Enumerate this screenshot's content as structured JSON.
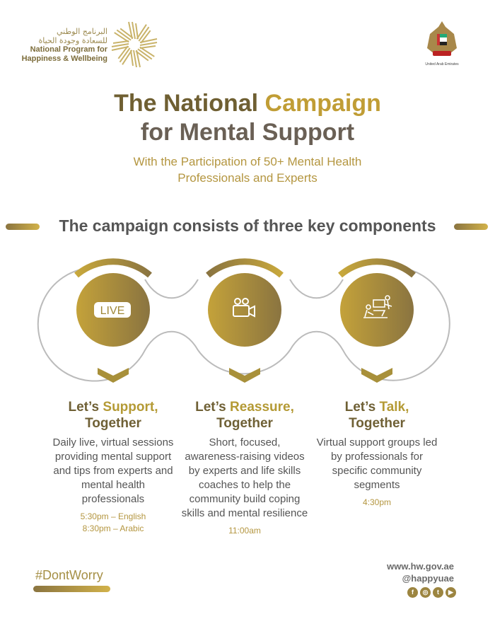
{
  "header": {
    "logo_arabic_line1": "البرنامج الوطني",
    "logo_arabic_line2": "للسعادة وجودة الحياة",
    "logo_english_line1": "National Program for",
    "logo_english_line2": "Happiness & Wellbeing",
    "emblem_caption": "United Arab Emirates"
  },
  "title": {
    "line1_part1": "The National ",
    "line1_part2": "Campaign",
    "line2": "for Mental Support"
  },
  "subtitle": {
    "line1": "With the Participation of 50+ Mental Health",
    "line2": "Professionals and Experts"
  },
  "banner": "The campaign consists of three key components",
  "components": [
    {
      "icon": "live-icon",
      "icon_text": "LIVE",
      "heading1a": "Let’s ",
      "heading1b": "Support,",
      "heading2": "Together",
      "body": "Daily live, virtual sessions providing mental support and tips from experts and mental health professionals",
      "time1": "5:30pm – English",
      "time2": "8:30pm – Arabic"
    },
    {
      "icon": "video-camera-icon",
      "heading1a": "Let’s ",
      "heading1b": "Reassure,",
      "heading2": "Together",
      "body": "Short, focused, awareness-raising videos by experts and life skills coaches to help the community build coping skills and mental resilience",
      "time1": "11:00am"
    },
    {
      "icon": "virtual-group-icon",
      "heading1a": "Let’s ",
      "heading1b": "Talk,",
      "heading2": "Together",
      "body": "Virtual support groups led by professionals for specific community segments",
      "time1": "4:30pm"
    }
  ],
  "footer": {
    "hashtag": "#DontWorry",
    "website": "www.hw.gov.ae",
    "handle": "@happyuae",
    "social": [
      "facebook-icon",
      "instagram-icon",
      "twitter-icon",
      "youtube-icon"
    ]
  },
  "colors": {
    "gold": "#c09d35",
    "dark_gold": "#6f5f32",
    "text": "#555555"
  }
}
